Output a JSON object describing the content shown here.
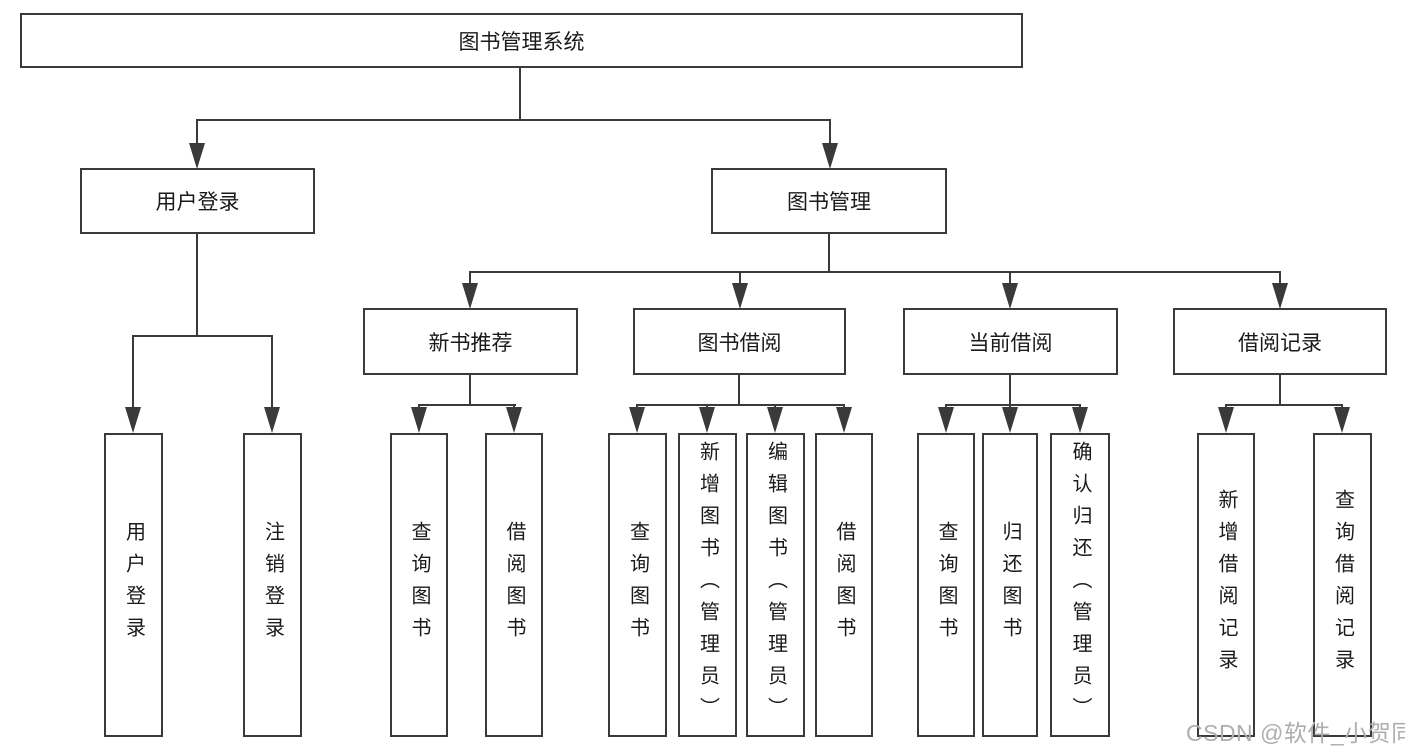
{
  "diagram": {
    "title_node": "图书管理系统",
    "level2": {
      "user_login": "用户登录",
      "book_mgmt": "图书管理"
    },
    "level3": {
      "new_books": "新书推荐",
      "book_borrow": "图书借阅",
      "current_borrow": "当前借阅",
      "borrow_records": "借阅记录"
    },
    "leaves": {
      "login": "用户登录",
      "logout": "注销登录",
      "nb_query": "查询图书",
      "nb_borrow": "借阅图书",
      "bb_query": "查询图书",
      "bb_add": "新增图书（管理员）",
      "bb_edit": "编辑图书（管理员）",
      "bb_borrow": "借阅图书",
      "cb_query": "查询图书",
      "cb_return": "归还图书",
      "cb_confirm": "确认归还（管理员）",
      "br_add": "新增借阅记录",
      "br_query": "查询借阅记录"
    }
  },
  "watermark": {
    "text": "CSDN @软件_小贺同学"
  },
  "colors": {
    "line": "#3a3a3a",
    "text": "#1a1a1a",
    "background": "#ffffff",
    "watermark": "#aeaeae"
  }
}
